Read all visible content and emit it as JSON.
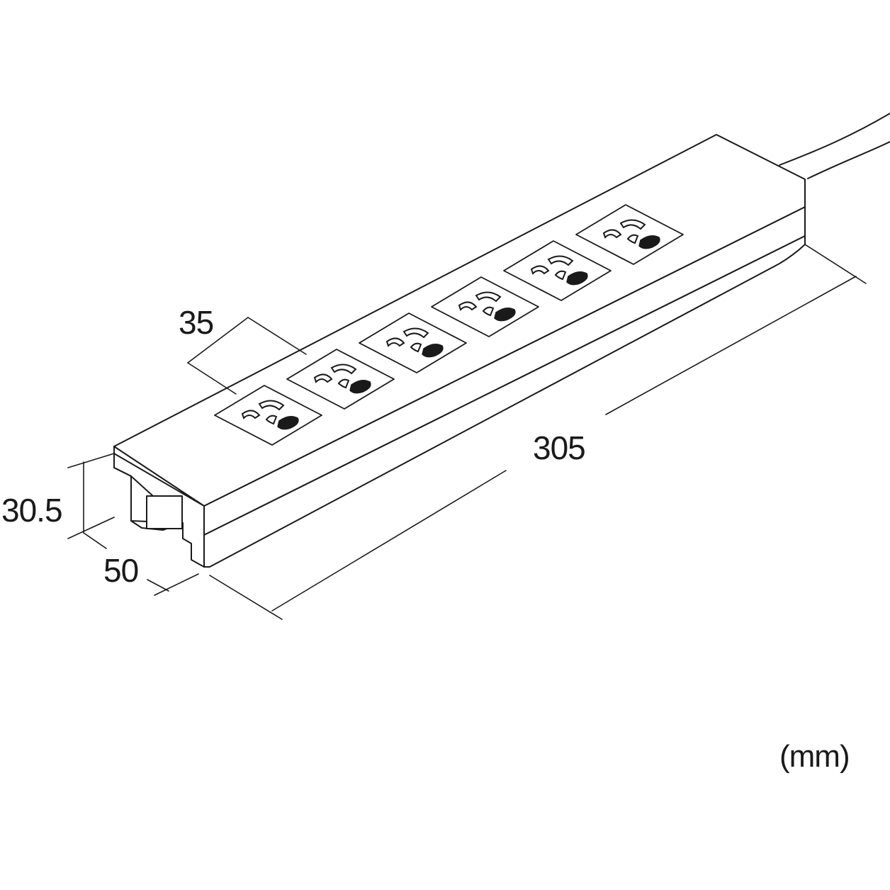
{
  "diagram": {
    "subject": "6-outlet power strip",
    "outlet_count": 6,
    "dimensions": {
      "outlet_pitch": "35",
      "length": "305",
      "height": "30.5",
      "width": "50"
    },
    "unit_label": "(mm)",
    "colors": {
      "line": "#1a1a1a",
      "fill": "#ffffff"
    }
  }
}
